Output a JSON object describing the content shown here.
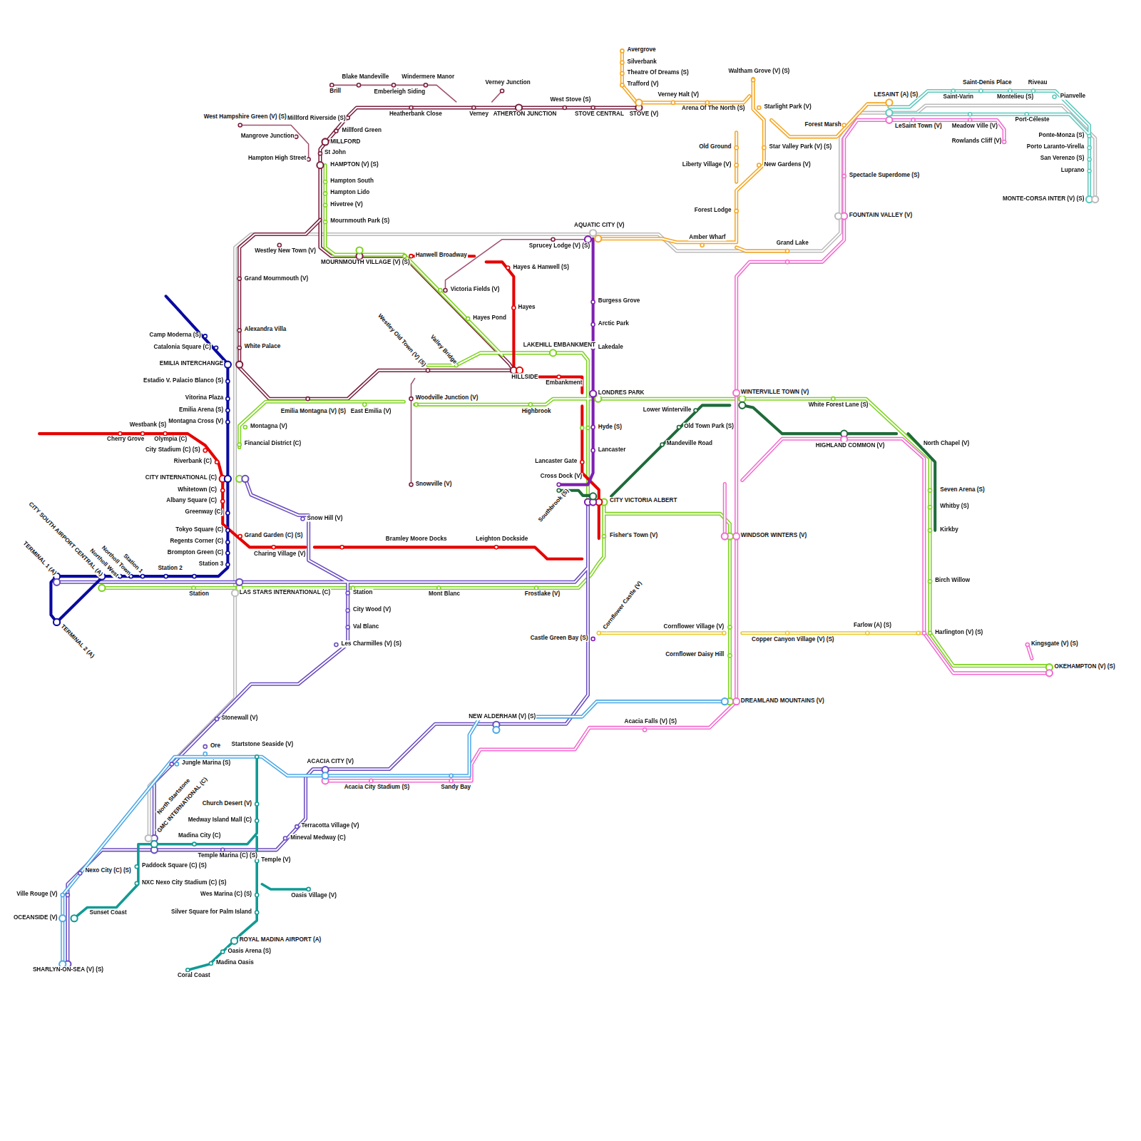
{
  "diagram": {
    "labels": [
      "Brill",
      "Blake Mandeville",
      "Windermere Manor",
      "Emberleigh Siding",
      "Verney Junction",
      "West Stove (S)",
      "Heatherbank Close",
      "Verney",
      "ATHERTON JUNCTION",
      "STOVE CENTRAL",
      "STOVE (V)",
      "West Hampshire Green (V) (S)",
      "Millford Riverside (S)",
      "Millford Green",
      "Mangrove Junction",
      "MILLFORD",
      "Hampton High Street",
      "St John",
      "HAMPTON (V) (S)",
      "Hampton South",
      "Hampton Lido",
      "Hivetree (V)",
      "Mournmouth Park (S)",
      "Westley New Town (V)",
      "MOURNMOUTH VILLAGE (V) (S)",
      "Grand Mournmouth (V)",
      "Alexandra Villa",
      "White Palace",
      "Avergrove",
      "Silverbank",
      "Theatre Of Dreams (S)",
      "Trafford (V)",
      "Verney Halt (V)",
      "Arena Of The North (S)",
      "Waltham Grove (V) (S)",
      "Starlight Park (V)",
      "Old Ground",
      "Star Valley Park (V) (S)",
      "Liberty Village (V)",
      "New Gardens (V)",
      "Forest Lodge",
      "Amber Wharf",
      "Grand Lake",
      "AQUATIC CITY (V)",
      "Sprucey Lodge (V) (S)",
      "LESAINT (A) (S)",
      "Forest Marsh",
      "LeSaint Town (V)",
      "Saint-Denis Place",
      "Riveau",
      "Saint-Varin",
      "Montelieu (S)",
      "Pianvelle",
      "Meadow Ville (V)",
      "Port-Céleste",
      "Rowlands Cliff (V)",
      "Ponte-Monza (S)",
      "Porto Laranto-Virella",
      "San Verenzo (S)",
      "Luprano",
      "MONTE-CORSA INTER (V) (S)",
      "Spectacle Superdome (S)",
      "FOUNTAIN VALLEY (V)",
      "Hanwell Broadway",
      "Hayes & Hanwell (S)",
      "Victoria Fields (V)",
      "Hayes",
      "Hayes Pond",
      "LAKEHILL EMBANKMENT",
      "HILLSIDE",
      "Embankment",
      "Burgess Grove",
      "Arctic Park",
      "Lakedale",
      "LONDRES PARK",
      "Westley Old Town (V) (S)",
      "Valley Bridge",
      "Woodville Junction (V)",
      "Highbrook",
      "WINTERVILLE TOWN (V)",
      "White Forest Lane (S)",
      "Lower Winterville",
      "Old Town Park (S)",
      "Mandeville Road",
      "HIGHLAND COMMON (V)",
      "North Chapel (V)",
      "Emilia Montagna (V) (S)",
      "East Emilia (V)",
      "Montagna (V)",
      "Financial District (C)",
      "Snowville (V)",
      "Hyde (S)",
      "Lancaster",
      "Lancaster Gate",
      "Cross Dock (V)",
      "Southbrook (S)",
      "CITY VICTORIA ALBERT",
      "Fisher's Town (V)",
      "Camp Moderna (S)",
      "Catalonia Square (C)",
      "EMILIA INTERCHANGE",
      "Estadio V. Palacio Blanco (S)",
      "Vitorina Plaza",
      "Emilia Arena (S)",
      "Montagna Cross (V)",
      "Westbank (S)",
      "Cherry Grove",
      "Olympia (C)",
      "City Stadium (C) (S)",
      "Riverbank (C)",
      "CITY INTERNATIONAL (C)",
      "Whitetown (C)",
      "Albany Square (C)",
      "Greenway (C)",
      "Tokyo Square (C)",
      "Regents Corner (C)",
      "Brompton Green (C)",
      "Station 3",
      "Grand Garden (C) (S)",
      "Charing Village (V)",
      "Snow Hill (V)",
      "Bramley Moore Docks",
      "Leighton Dockside",
      "Station 2",
      "Station 1",
      "Northoll Town",
      "Northoll West",
      "CITY SOUTH AIRPORT CENTRAL (A)",
      "TERMINAL 1 (A)",
      "TERMINAL 2 (A)",
      "Station",
      "LAS STARS INTERNATIONAL (C)",
      "Station",
      "City Wood (V)",
      "Val Blanc",
      "Les Charmilles (V) (S)",
      "Mont Blanc",
      "Frostlake (V)",
      "WINDSOR WINTERS (V)",
      "Seven Arena (S)",
      "Whitby (S)",
      "Kirkby",
      "Birch Willow",
      "Harlington (V) (S)",
      "Copper Canyon Village (V) (S)",
      "Farlow (A) (S)",
      "Cornflower Village (V)",
      "Cornflower Daisy Hill",
      "Cornflower Castle (V)",
      "Castle Green Bay (S)",
      "Kingsgate (V) (S)",
      "OKEHAMPTON (V) (S)",
      "DREAMLAND MOUNTAINS (V)",
      "Acacia Falls (V) (S)",
      "NEW ALDERHAM (V) (S)",
      "Stonewall (V)",
      "Ore",
      "Startstone Seaside (V)",
      "Jungle Marina (S)",
      "ACACIA CITY (V)",
      "Acacia City Stadium (S)",
      "Sandy Bay",
      "North Startstone",
      "GMC INTERNATIONAL (C)",
      "Church Desert (V)",
      "Medway Island Mall (C)",
      "Terracotta Village (V)",
      "Mineval Medway (C)",
      "Madina City (C)",
      "Temple Marina (C) (S)",
      "Temple (V)",
      "Nexo City (C) (S)",
      "Paddock Square (C) (S)",
      "NXC Nexo City Stadium (C) (S)",
      "Ville Rouge (V)",
      "Oasis Village (V)",
      "Wes Marina (C) (S)",
      "Sunset Coast",
      "OCEANSIDE (V)",
      "Silver Square for Palm Island",
      "ROYAL MADINA AIRPORT (A)",
      "Oasis Arena (S)",
      "Madina Oasis",
      "Coral Coast",
      "SHARLYN-ON-SEA (V) (S)"
    ]
  }
}
